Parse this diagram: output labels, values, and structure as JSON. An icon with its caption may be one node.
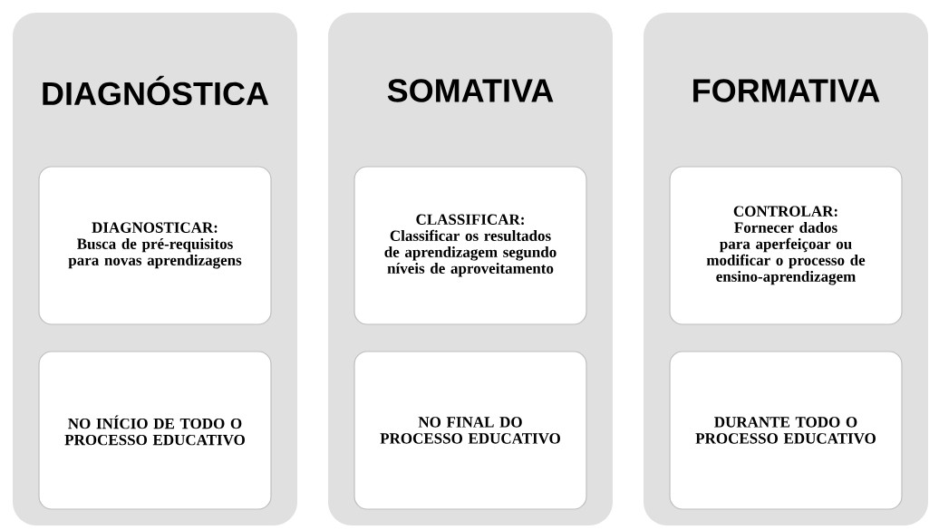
{
  "diagram": {
    "nodes": [
      {
        "text": [
          "DIAGNÓSTICA"
        ]
      },
      {
        "text": [
          "DIAGNOSTICAR:",
          "Busca de pré-requisitos para novas aprendizagens"
        ],
        "in": 0
      },
      {
        "text": [
          "NO INÍCIO DE TODO O PROCESSO EDUCATIVO"
        ],
        "in": 0
      },
      {
        "text": [
          "SOMATIVA"
        ]
      },
      {
        "text": [
          "CLASSIFICAR:",
          "Classificar os resultados de aprendizagem segundo níveis de aproveitamento"
        ],
        "in": 3
      },
      {
        "text": [
          "NO FINAL DO PROCESSO EDUCATIVO"
        ],
        "in": 3
      },
      {
        "text": [
          "FORMATIVA"
        ]
      },
      {
        "text": [
          "CONTROLAR:",
          "Fornecer dados para aperfeiçoar ou modificar o processo de ensino-aprendizagem"
        ],
        "in": 6
      },
      {
        "text": [
          "DURANTE TODO O PROCESSO EDUCATIVO"
        ],
        "in": 6
      }
    ]
  }
}
